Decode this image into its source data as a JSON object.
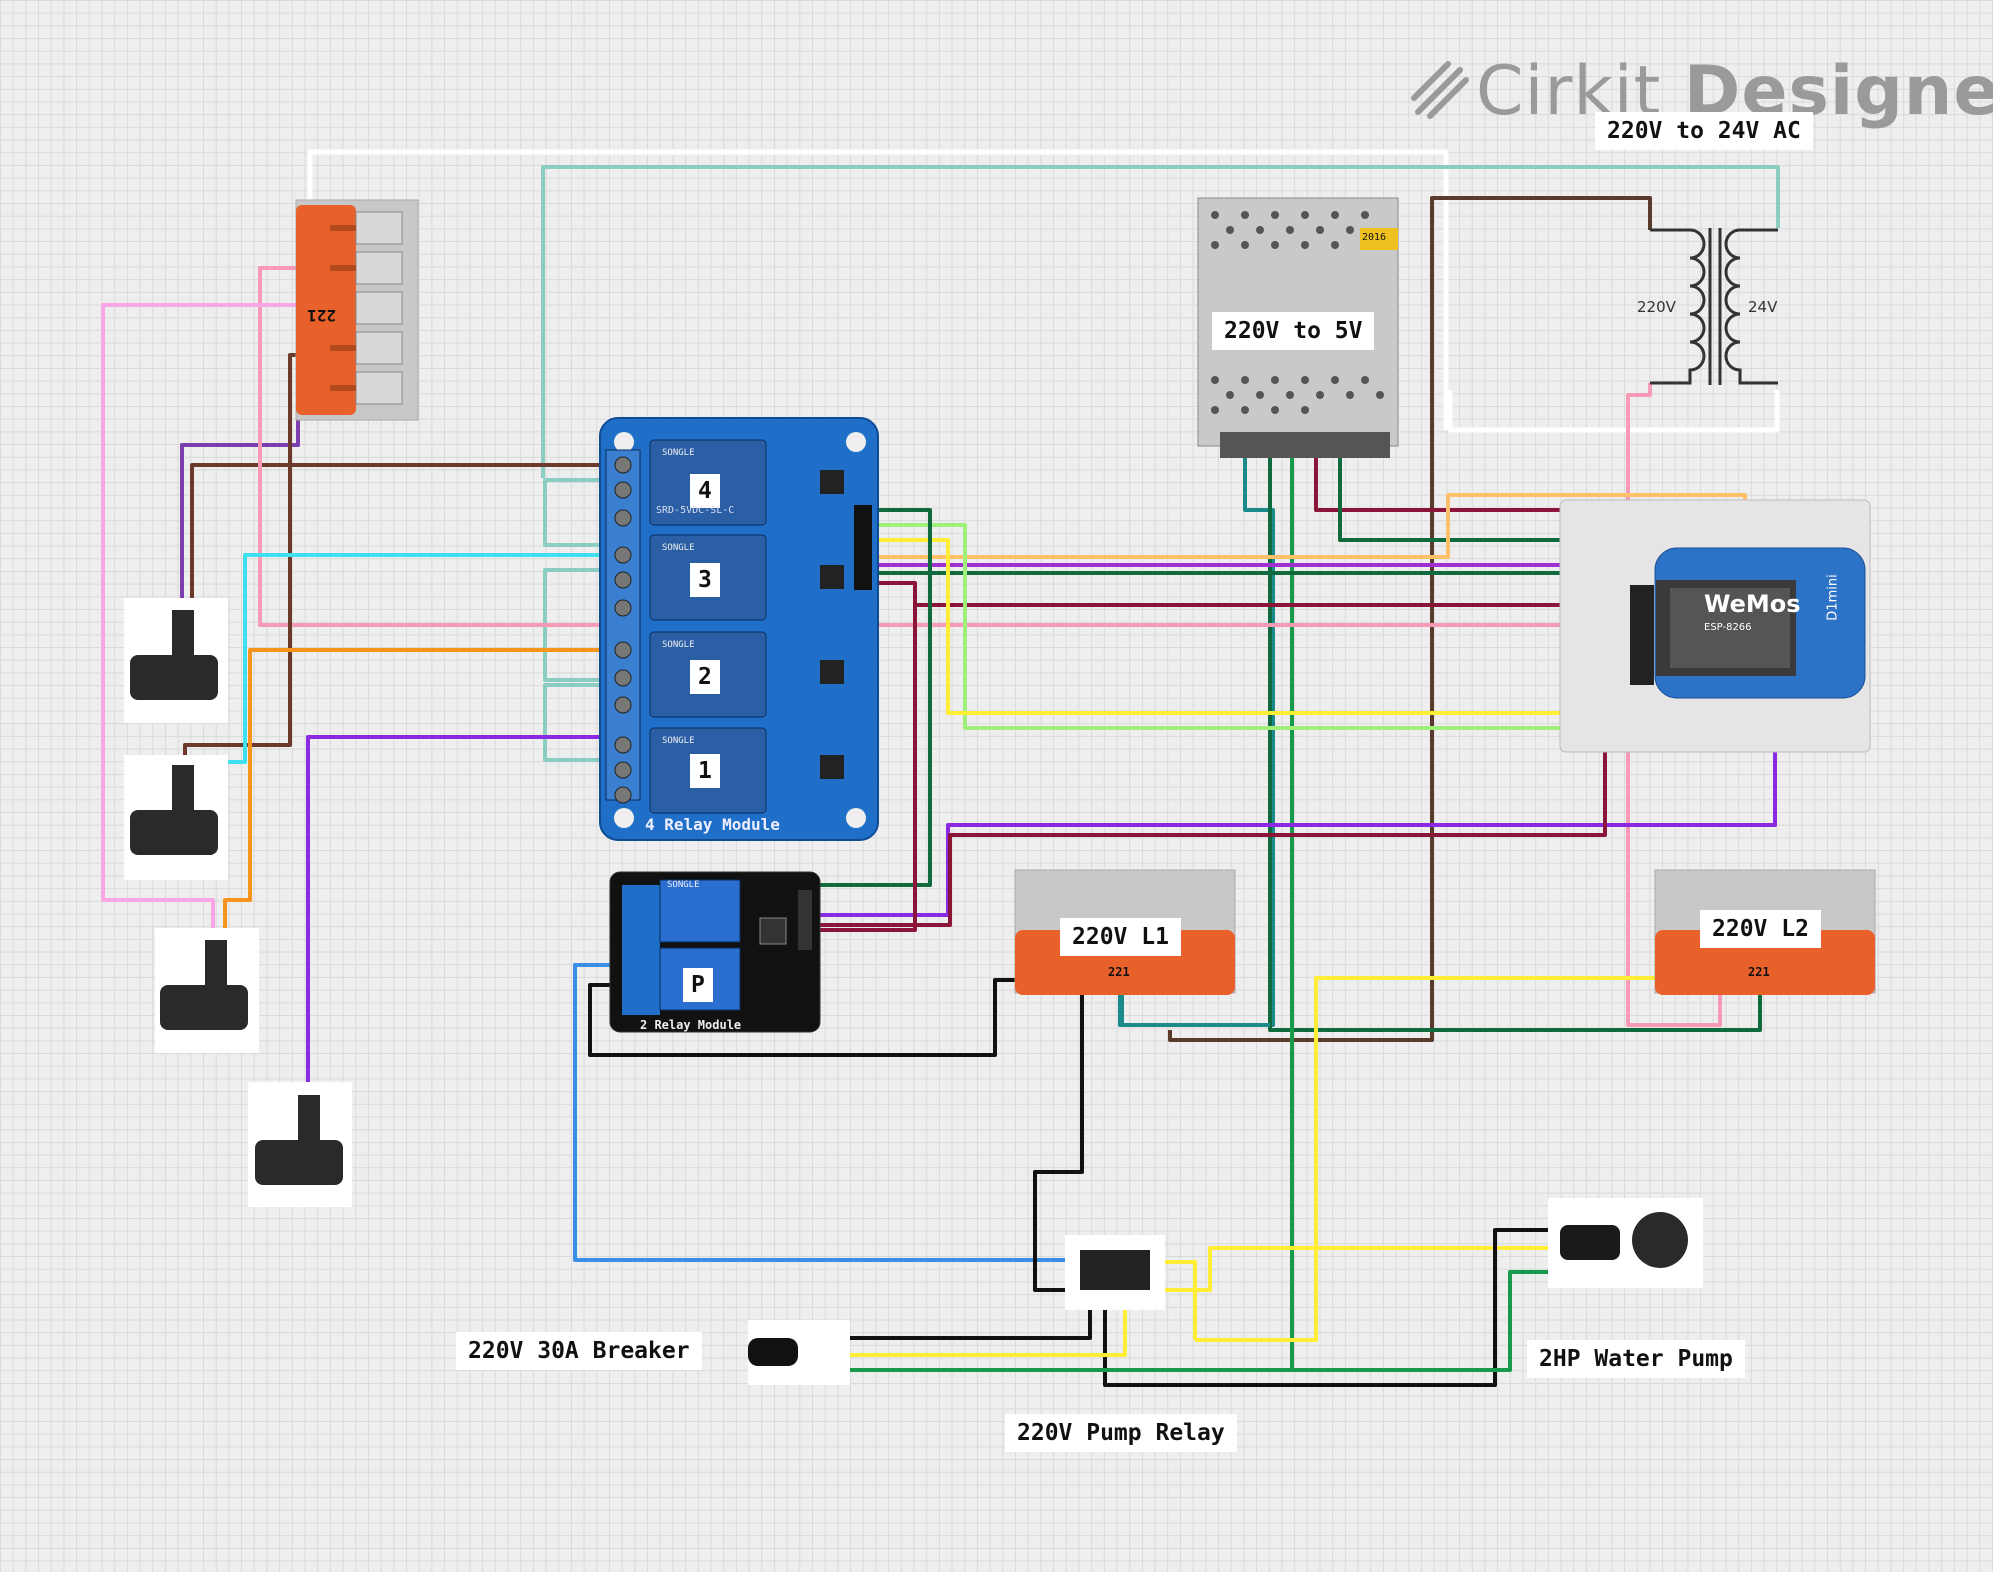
{
  "brand": {
    "name_light": "Cirkit",
    "name_bold": "Designer",
    "icon": "cirkit-logo-icon"
  },
  "labels": {
    "transformer": "220V to 24V AC",
    "power_supply": "220V to 5V",
    "relay4_1": "4",
    "relay4_2": "3",
    "relay4_3": "2",
    "relay4_4": "1",
    "relay_module4": "4 Relay Module",
    "relay2_p": "P",
    "relay_module2": "2 Relay Module",
    "l1": "220V L1",
    "l2": "220V L2",
    "breaker": "220V 30A Breaker",
    "pump": "2HP Water Pump",
    "pump_relay": "220V Pump Relay",
    "tr_primary": "220V",
    "tr_secondary": "24V",
    "wago_mark": "221",
    "relay_brand": "SONGLE",
    "relay_model": "SRD-5VDC-SL-C",
    "wemos_brand": "WeMos",
    "wemos_model": "D1mini",
    "wemos_chip": "ESP-8266",
    "psu_year": "2016"
  },
  "colors": {
    "wire_white": "#ffffff",
    "wire_teal": "#8ccdc2",
    "wire_brown": "#6b3a2a",
    "wire_maroon": "#8b1538",
    "wire_dkgreen": "#0f6b3d",
    "wire_green": "#179a4a",
    "wire_purple": "#7b3fb0",
    "wire_violet": "#8a2be2",
    "wire_pink": "#f79ab5",
    "wire_magenta": "#f9a6e6",
    "wire_cyan": "#3fe0ee",
    "wire_orange": "#f7941d",
    "wire_ltorange": "#ffc06a",
    "wire_yellow": "#ffee33",
    "wire_ltgreen": "#9ef07a",
    "wire_blue": "#3a8ee6",
    "wire_black": "#111111",
    "wire_dkbrown": "#5a3a2a",
    "relay_blue": "#1f6fc8",
    "wago_orange": "#e8612a",
    "wemos_blue": "#2c72c7"
  }
}
